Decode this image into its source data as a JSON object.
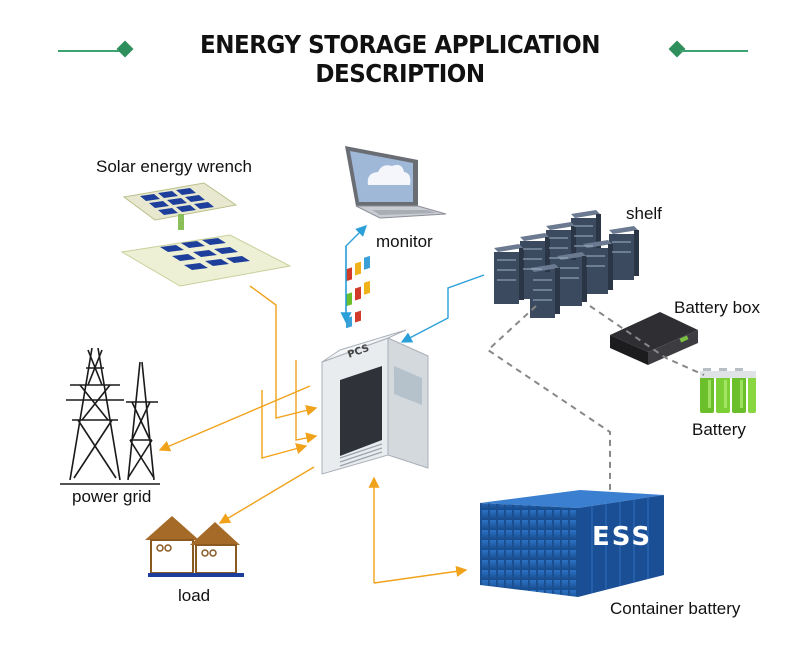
{
  "title": "ENERGY STORAGE APPLICATION DESCRIPTION",
  "labels": {
    "solar": "Solar energy wrench",
    "monitor": "monitor",
    "shelf": "shelf",
    "battery_box": "Battery box",
    "battery": "Battery",
    "power_grid": "power grid",
    "load": "load",
    "container_battery": "Container battery"
  },
  "device_text": {
    "pcs": "PCS",
    "ess": "ESS"
  },
  "colors": {
    "accent_green": "#3fa272",
    "arrow_orange": "#f0a21a",
    "arrow_blue": "#2a9fd8",
    "dashed_gray": "#888888",
    "container_blue": "#1f5fae",
    "server_dark": "#3b4a5e"
  }
}
